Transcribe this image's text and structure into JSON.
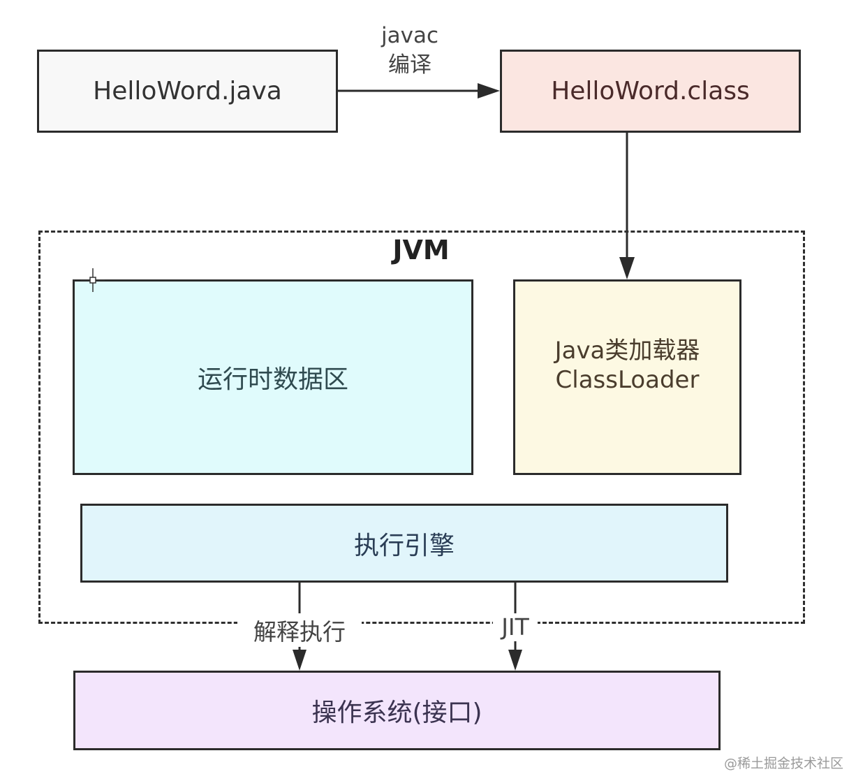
{
  "diagram": {
    "source_file": {
      "label": "HelloWord.java",
      "fill": "#f8f8f8",
      "text_color": "#333333"
    },
    "compile_edge": {
      "line1": "javac",
      "line2": "编译"
    },
    "class_file": {
      "label": "HelloWord.class",
      "fill": "#fbe6e1",
      "text_color": "#4a2a2a"
    },
    "jvm": {
      "title": "JVM",
      "runtime_data_area": {
        "label": "运行时数据区",
        "fill": "#e0fbfc",
        "text_color": "#2f4a4f"
      },
      "class_loader": {
        "line1": "Java类加载器",
        "line2": "ClassLoader",
        "fill": "#fdf9e3",
        "text_color": "#4a3d2d"
      },
      "execution_engine": {
        "label": "执行引擎",
        "fill": "#e1f5fb",
        "text_color": "#2a3d55"
      }
    },
    "edges_to_os": [
      {
        "label": "解释执行"
      },
      {
        "label": "JIT"
      }
    ],
    "operating_system": {
      "label": "操作系统(接口)",
      "fill": "#f3e5fc",
      "text_color": "#3b3350"
    }
  },
  "watermark": "@稀土掘金技术社区"
}
